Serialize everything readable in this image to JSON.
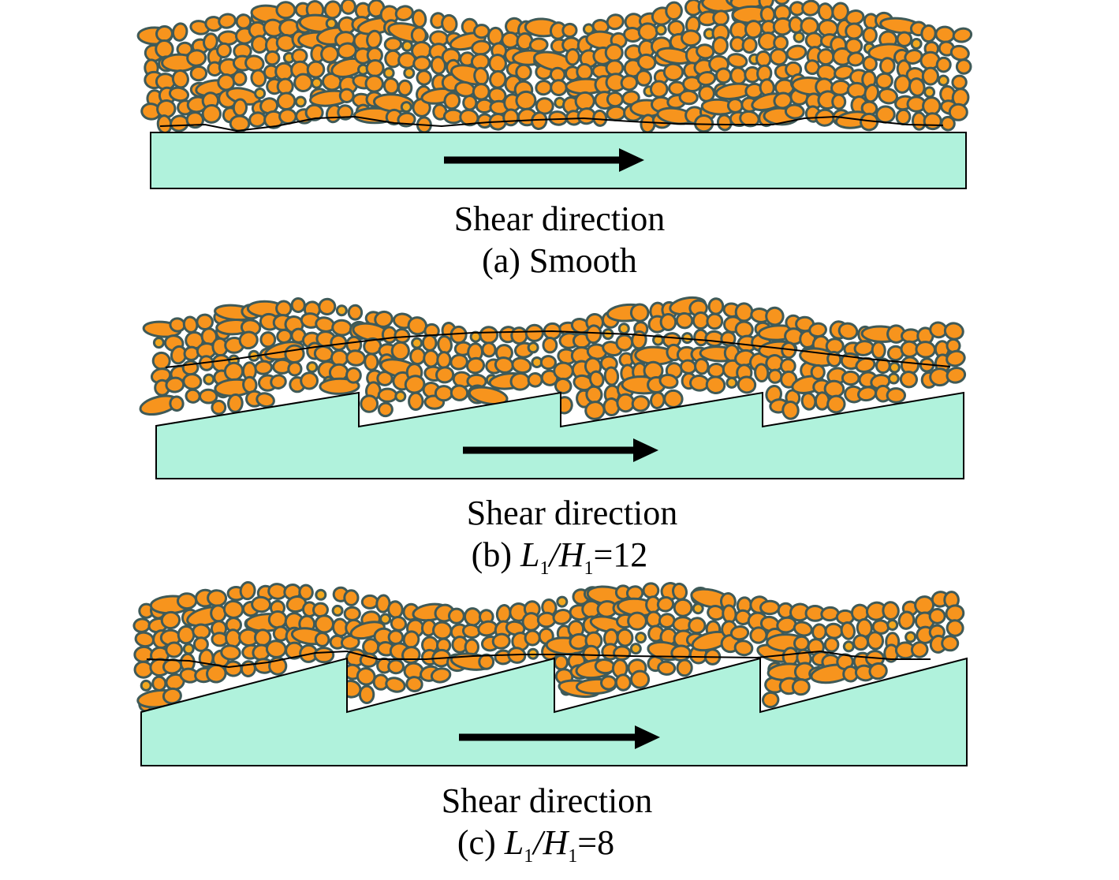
{
  "colors": {
    "particle": "#F7941D",
    "particle_small": "#F2A81F",
    "particle_outline": "#3F5A58",
    "plate": "#B0F2DC",
    "arrow": "#000000"
  },
  "panels": [
    {
      "id": "a",
      "direction_label": "Shear direction",
      "caption_prefix": "(a)",
      "caption_text": "Smooth"
    },
    {
      "id": "b",
      "direction_label": "Shear direction",
      "caption_prefix": "(b)",
      "L": "L",
      "L_sub": "1",
      "H": "H",
      "H_sub": "1",
      "ratio": "=12"
    },
    {
      "id": "c",
      "direction_label": "Shear direction",
      "caption_prefix": "(c)",
      "L": "L",
      "L_sub": "1",
      "H": "H",
      "H_sub": "1",
      "ratio": "=8"
    }
  ]
}
